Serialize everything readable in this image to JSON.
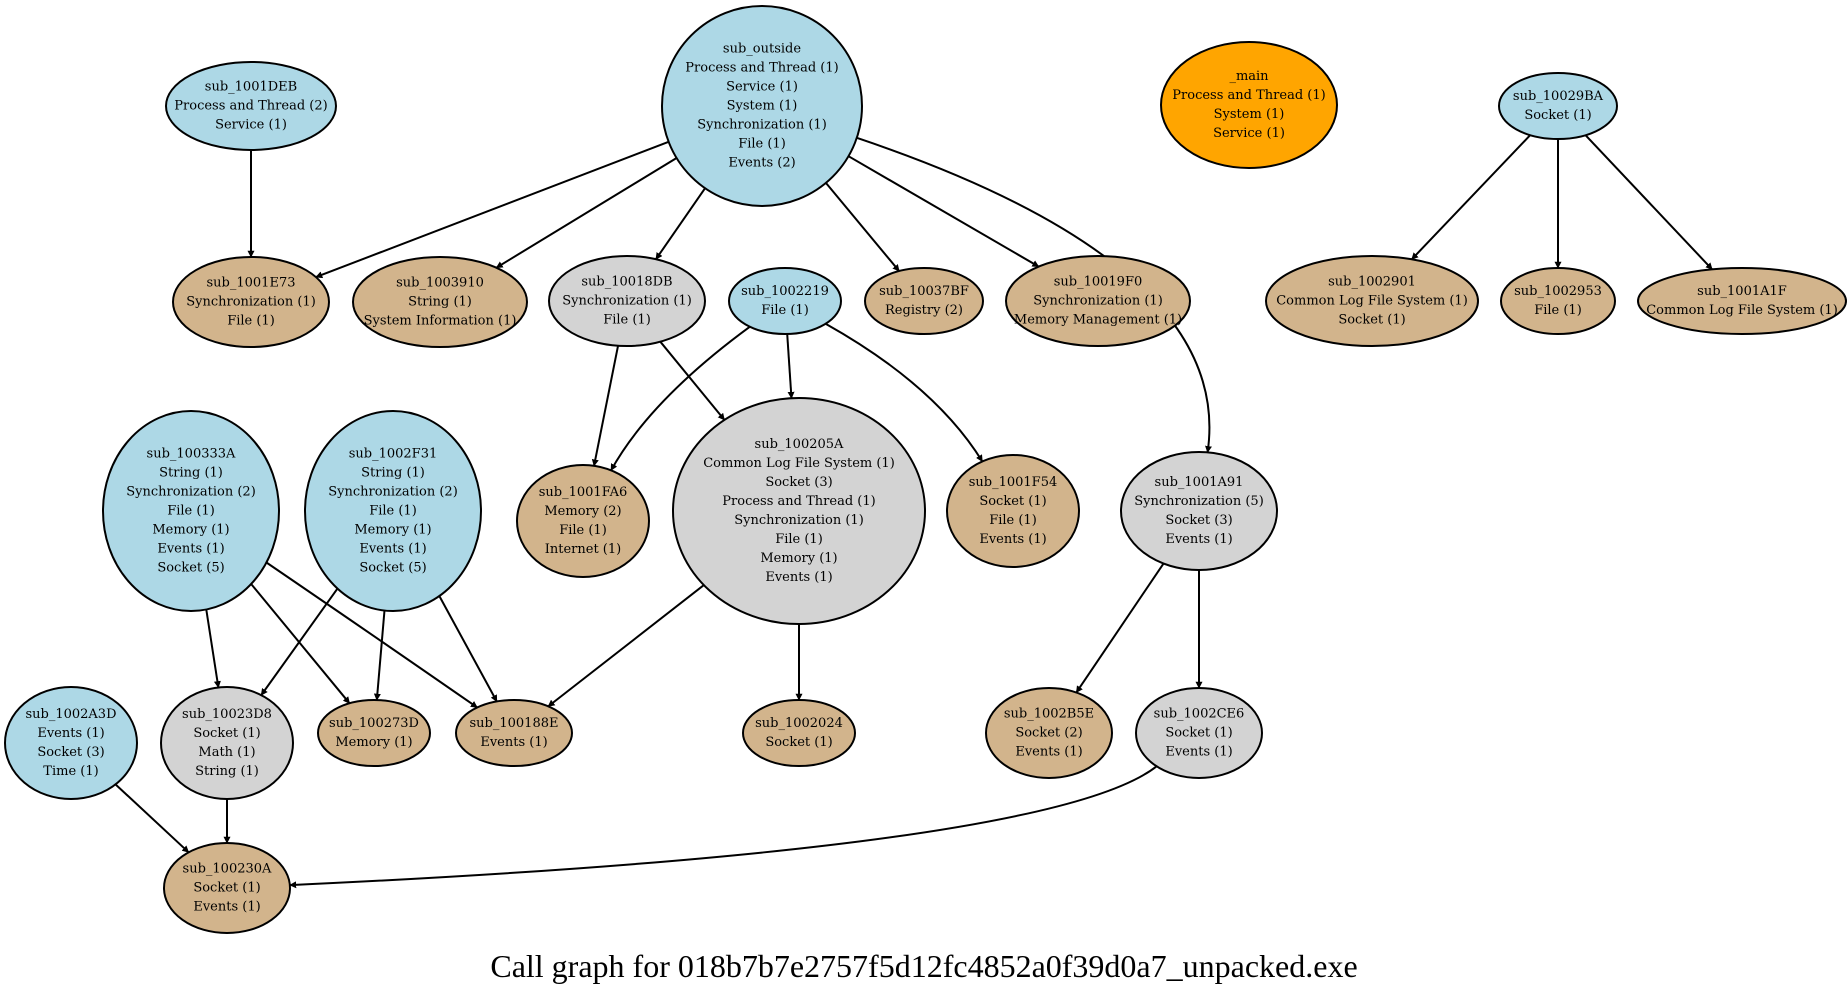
{
  "title": "Call graph for 018b7b7e2757f5d12fc4852a0f39d0a7_unpacked.exe",
  "colors": {
    "blue": "#add8e6",
    "tan": "#d2b48c",
    "gray": "#d3d3d3",
    "orange": "#ffa500"
  },
  "nodes": [
    {
      "id": "sub_outside",
      "color": "blue",
      "lines": [
        "sub_outside",
        "Process and Thread (1)",
        "Service (1)",
        "System (1)",
        "Synchronization (1)",
        "File (1)",
        "Events (2)"
      ]
    },
    {
      "id": "sub_1001DEB",
      "color": "blue",
      "lines": [
        "sub_1001DEB",
        "Process and Thread (2)",
        "Service (1)"
      ]
    },
    {
      "id": "_main",
      "color": "orange",
      "lines": [
        "_main",
        "Process and Thread (1)",
        "System (1)",
        "Service (1)"
      ]
    },
    {
      "id": "sub_10029BA",
      "color": "blue",
      "lines": [
        "sub_10029BA",
        "Socket (1)"
      ]
    },
    {
      "id": "sub_1001E73",
      "color": "tan",
      "lines": [
        "sub_1001E73",
        "Synchronization (1)",
        "File (1)"
      ]
    },
    {
      "id": "sub_1003910",
      "color": "tan",
      "lines": [
        "sub_1003910",
        "String (1)",
        "System Information (1)"
      ]
    },
    {
      "id": "sub_10018DB",
      "color": "gray",
      "lines": [
        "sub_10018DB",
        "Synchronization (1)",
        "File (1)"
      ]
    },
    {
      "id": "sub_1002219",
      "color": "blue",
      "lines": [
        "sub_1002219",
        "File (1)"
      ]
    },
    {
      "id": "sub_10037BF",
      "color": "tan",
      "lines": [
        "sub_10037BF",
        "Registry (2)"
      ]
    },
    {
      "id": "sub_10019F0",
      "color": "tan",
      "lines": [
        "sub_10019F0",
        "Synchronization (1)",
        "Memory Management (1)"
      ]
    },
    {
      "id": "sub_1002901",
      "color": "tan",
      "lines": [
        "sub_1002901",
        "Common Log File System (1)",
        "Socket (1)"
      ]
    },
    {
      "id": "sub_1002953",
      "color": "tan",
      "lines": [
        "sub_1002953",
        "File (1)"
      ]
    },
    {
      "id": "sub_1001A1F",
      "color": "tan",
      "lines": [
        "sub_1001A1F",
        "Common Log File System (1)"
      ]
    },
    {
      "id": "sub_100333A",
      "color": "blue",
      "lines": [
        "sub_100333A",
        "String (1)",
        "Synchronization (2)",
        "File (1)",
        "Memory (1)",
        "Events (1)",
        "Socket (5)"
      ]
    },
    {
      "id": "sub_1002F31",
      "color": "blue",
      "lines": [
        "sub_1002F31",
        "String (1)",
        "Synchronization (2)",
        "File (1)",
        "Memory (1)",
        "Events (1)",
        "Socket (5)"
      ]
    },
    {
      "id": "sub_1001FA6",
      "color": "tan",
      "lines": [
        "sub_1001FA6",
        "Memory (2)",
        "File (1)",
        "Internet (1)"
      ]
    },
    {
      "id": "sub_100205A",
      "color": "gray",
      "lines": [
        "sub_100205A",
        "Common Log File System (1)",
        "Socket (3)",
        "Process and Thread (1)",
        "Synchronization (1)",
        "File (1)",
        "Memory (1)",
        "Events (1)"
      ]
    },
    {
      "id": "sub_1001F54",
      "color": "tan",
      "lines": [
        "sub_1001F54",
        "Socket (1)",
        "File (1)",
        "Events (1)"
      ]
    },
    {
      "id": "sub_1001A91",
      "color": "gray",
      "lines": [
        "sub_1001A91",
        "Synchronization (5)",
        "Socket (3)",
        "Events (1)"
      ]
    },
    {
      "id": "sub_1002A3D",
      "color": "blue",
      "lines": [
        "sub_1002A3D",
        "Events (1)",
        "Socket (3)",
        "Time (1)"
      ]
    },
    {
      "id": "sub_10023D8",
      "color": "gray",
      "lines": [
        "sub_10023D8",
        "Socket (1)",
        "Math (1)",
        "String (1)"
      ]
    },
    {
      "id": "sub_100273D",
      "color": "tan",
      "lines": [
        "sub_100273D",
        "Memory (1)"
      ]
    },
    {
      "id": "sub_100188E",
      "color": "tan",
      "lines": [
        "sub_100188E",
        "Events (1)"
      ]
    },
    {
      "id": "sub_1002024",
      "color": "tan",
      "lines": [
        "sub_1002024",
        "Socket (1)"
      ]
    },
    {
      "id": "sub_1002B5E",
      "color": "tan",
      "lines": [
        "sub_1002B5E",
        "Socket (2)",
        "Events (1)"
      ]
    },
    {
      "id": "sub_1002CE6",
      "color": "gray",
      "lines": [
        "sub_1002CE6",
        "Socket (1)",
        "Events (1)"
      ]
    },
    {
      "id": "sub_100230A",
      "color": "tan",
      "lines": [
        "sub_100230A",
        "Socket (1)",
        "Events (1)"
      ]
    }
  ],
  "edges": [
    {
      "from": "sub_1001DEB",
      "to": "sub_1001E73"
    },
    {
      "from": "sub_outside",
      "to": "sub_1001E73"
    },
    {
      "from": "sub_outside",
      "to": "sub_1003910"
    },
    {
      "from": "sub_outside",
      "to": "sub_10018DB"
    },
    {
      "from": "sub_outside",
      "to": "sub_10037BF"
    },
    {
      "from": "sub_outside",
      "to": "sub_10019F0"
    },
    {
      "from": "sub_outside",
      "to": "sub_1001A91"
    },
    {
      "from": "sub_10029BA",
      "to": "sub_1002901"
    },
    {
      "from": "sub_10029BA",
      "to": "sub_1002953"
    },
    {
      "from": "sub_10029BA",
      "to": "sub_1001A1F"
    },
    {
      "from": "sub_10018DB",
      "to": "sub_1001FA6"
    },
    {
      "from": "sub_10018DB",
      "to": "sub_100205A"
    },
    {
      "from": "sub_1002219",
      "to": "sub_1001FA6"
    },
    {
      "from": "sub_1002219",
      "to": "sub_100205A"
    },
    {
      "from": "sub_1002219",
      "to": "sub_1001F54"
    },
    {
      "from": "sub_100333A",
      "to": "sub_10023D8"
    },
    {
      "from": "sub_100333A",
      "to": "sub_100273D"
    },
    {
      "from": "sub_100333A",
      "to": "sub_100188E"
    },
    {
      "from": "sub_1002F31",
      "to": "sub_10023D8"
    },
    {
      "from": "sub_1002F31",
      "to": "sub_100273D"
    },
    {
      "from": "sub_1002F31",
      "to": "sub_100188E"
    },
    {
      "from": "sub_100205A",
      "to": "sub_100188E"
    },
    {
      "from": "sub_100205A",
      "to": "sub_1002024"
    },
    {
      "from": "sub_1001A91",
      "to": "sub_1002B5E"
    },
    {
      "from": "sub_1001A91",
      "to": "sub_1002CE6"
    },
    {
      "from": "sub_1002A3D",
      "to": "sub_100230A"
    },
    {
      "from": "sub_10023D8",
      "to": "sub_100230A"
    },
    {
      "from": "sub_1002CE6",
      "to": "sub_100230A"
    }
  ]
}
